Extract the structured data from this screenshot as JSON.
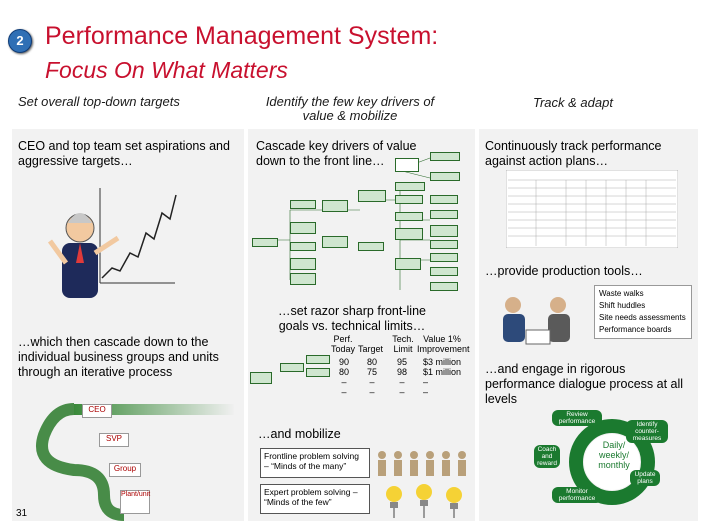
{
  "slide": {
    "number_badge": "2",
    "title_line1": "Performance Management System:",
    "title_line2": "Focus On What Matters",
    "page_number": "31"
  },
  "columns": {
    "col1_head": "Set overall top-down targets",
    "col2_head": "Identify the few key drivers of value & mobilize",
    "col3_head": "Track & adapt"
  },
  "col1": {
    "text1": "CEO and top team set aspirations and aggressive targets…",
    "text2": "…which then cascade down to the individual business groups and units through an iterative process",
    "org": [
      "CEO",
      "SVP",
      "Group",
      "Plant/unit"
    ]
  },
  "col2": {
    "text1": "Cascade key drivers of value down to the front line…",
    "text2": "…set razor sharp front-line goals vs. technical limits…",
    "text3": "…and mobilize",
    "table_headers": [
      "Perf. Today",
      "Target",
      "Tech. Limit",
      "Value 1% Improvement"
    ],
    "table_rows": [
      [
        "90",
        "80",
        "95",
        "$3 million"
      ],
      [
        "80",
        "75",
        "98",
        "$1 million"
      ],
      [
        "–",
        "–",
        "–",
        "–"
      ],
      [
        "–",
        "–",
        "–",
        "–"
      ]
    ],
    "mob1": "Frontline problem solving – “Minds of the many”",
    "mob2": "Expert problem solving – “Minds of the few”"
  },
  "col3": {
    "text1": "Continuously track performance against action plans…",
    "text2": "…provide production tools…",
    "tools": [
      "Waste walks",
      "Shift huddles",
      "Site needs assessments",
      "Performance boards"
    ],
    "text3": "…and engage in rigorous performance dialogue process at all levels",
    "cycle_center": "Daily/ weekly/ monthly",
    "cycle_steps": [
      "Review performance",
      "Identify counter-measures",
      "Update plans",
      "Monitor performance",
      "Coach and reward"
    ]
  },
  "colors": {
    "title": "#c8102e",
    "badge": "#2f6fb5",
    "cycle": "#1b7a2f"
  }
}
